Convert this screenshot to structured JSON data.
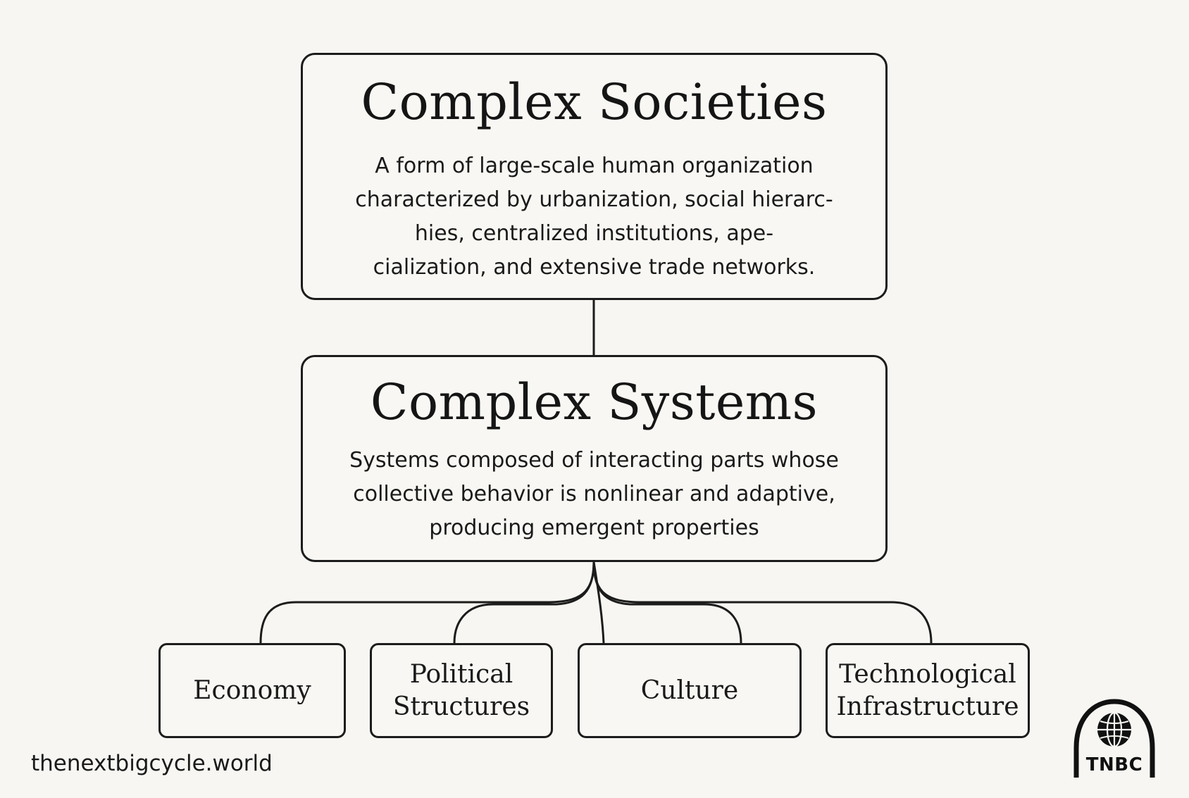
{
  "top_node": {
    "title": "Complex Societies",
    "description_lines": [
      "A form of large-scale human organization",
      "characterized by urbanization, social hierarc-",
      "hies, centralized institutions, ape-",
      "cialization, and extensive trade networks."
    ]
  },
  "middle_node": {
    "title": "Complex Systems",
    "description_lines": [
      "Systems composed of interacting parts whose",
      "collective behavior is nonlinear and adaptive,",
      "producing emergent properties"
    ]
  },
  "child_nodes": [
    {
      "lines": [
        "Economy"
      ]
    },
    {
      "lines": [
        "Political",
        "Structures"
      ]
    },
    {
      "lines": [
        "Culture"
      ]
    },
    {
      "lines": [
        "Technological",
        "Infrastructure"
      ]
    }
  ],
  "footer": {
    "url": "thenextbigcycle.world"
  },
  "logo": {
    "text": "TNBC",
    "icon": "globe-arch-icon"
  },
  "colors": {
    "background": "#f7f6f2",
    "stroke": "#1c1c1c",
    "text": "#161616"
  }
}
